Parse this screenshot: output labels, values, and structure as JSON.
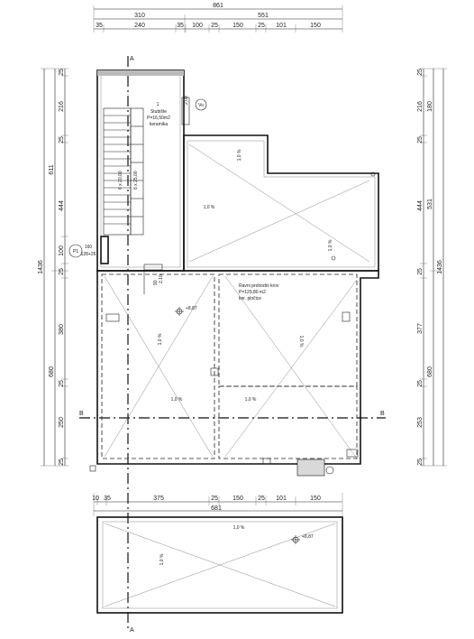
{
  "top_dimensions": {
    "total": "861",
    "row1": [
      "310",
      "551"
    ],
    "row2": [
      "35",
      "240",
      "35",
      "100",
      "25",
      "150",
      "25",
      "101",
      "150"
    ]
  },
  "bottom_dimensions": {
    "total": "681",
    "row": [
      "10",
      "35",
      "375",
      "25",
      "150",
      "25",
      "101",
      "150"
    ]
  },
  "left_dimensions": {
    "total": "1436",
    "col1": [
      "611",
      "680"
    ],
    "col2": [
      "25",
      "216",
      "25",
      "444",
      "100",
      "25",
      "380",
      "25",
      "250",
      "25"
    ]
  },
  "right_dimensions": {
    "total": "1436",
    "col1": [
      "531",
      "680"
    ],
    "col2": [
      "25",
      "216",
      "25",
      "444",
      "25",
      "377",
      "25",
      "253",
      "25"
    ],
    "col3": [
      "180"
    ]
  },
  "section_markers": {
    "a": "A",
    "b": "B"
  },
  "stair_room": {
    "number": "1",
    "name": "Stubište",
    "area": "P=16,50m2",
    "finish": "keramika",
    "steps_a": "6 x 20,00",
    "steps_b": "6 x 25,00"
  },
  "roof": {
    "name": "Ravni prohodni krov",
    "area": "P=129,80 m2",
    "finish": "ker. pločice"
  },
  "tags": {
    "ventilation": "Vo",
    "pillar_id": "P1",
    "pillar_size_a": "160",
    "pillar_size_b": "128+26",
    "small_dim_a": "2,08",
    "small_dim_b": "90",
    "small_dim_c": "2,10"
  },
  "elevation_labels": [
    "+8,87",
    "+8,87"
  ],
  "slopes": [
    "1,0 %",
    "1,0 %",
    "1,0 %",
    "1,0 %",
    "1,0 %",
    "1,0 %",
    "1,0 %",
    "1,0 %"
  ]
}
